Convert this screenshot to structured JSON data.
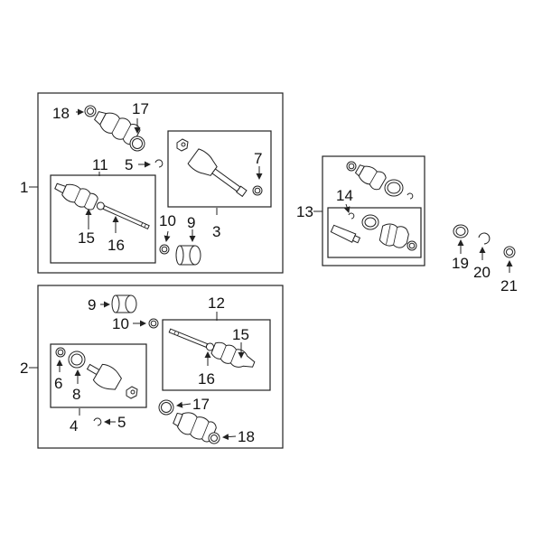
{
  "callouts": {
    "c1": "1",
    "c2": "2",
    "c3": "3",
    "c4": "4",
    "c5a": "5",
    "c5b": "5",
    "c6": "6",
    "c7": "7",
    "c8": "8",
    "c9a": "9",
    "c9b": "9",
    "c10a": "10",
    "c10b": "10",
    "c11": "11",
    "c12": "12",
    "c13": "13",
    "c14": "14",
    "c15a": "15",
    "c15b": "15",
    "c16a": "16",
    "c16b": "16",
    "c17a": "17",
    "c17b": "17",
    "c18a": "18",
    "c18b": "18",
    "c19": "19",
    "c20": "20",
    "c21": "21"
  },
  "icons": {
    "arrow": "arrow-icon",
    "boot": "cv-boot-icon",
    "shaft": "axle-shaft-icon",
    "ring": "clamp-ring-icon",
    "bearing": "bearing-icon"
  }
}
